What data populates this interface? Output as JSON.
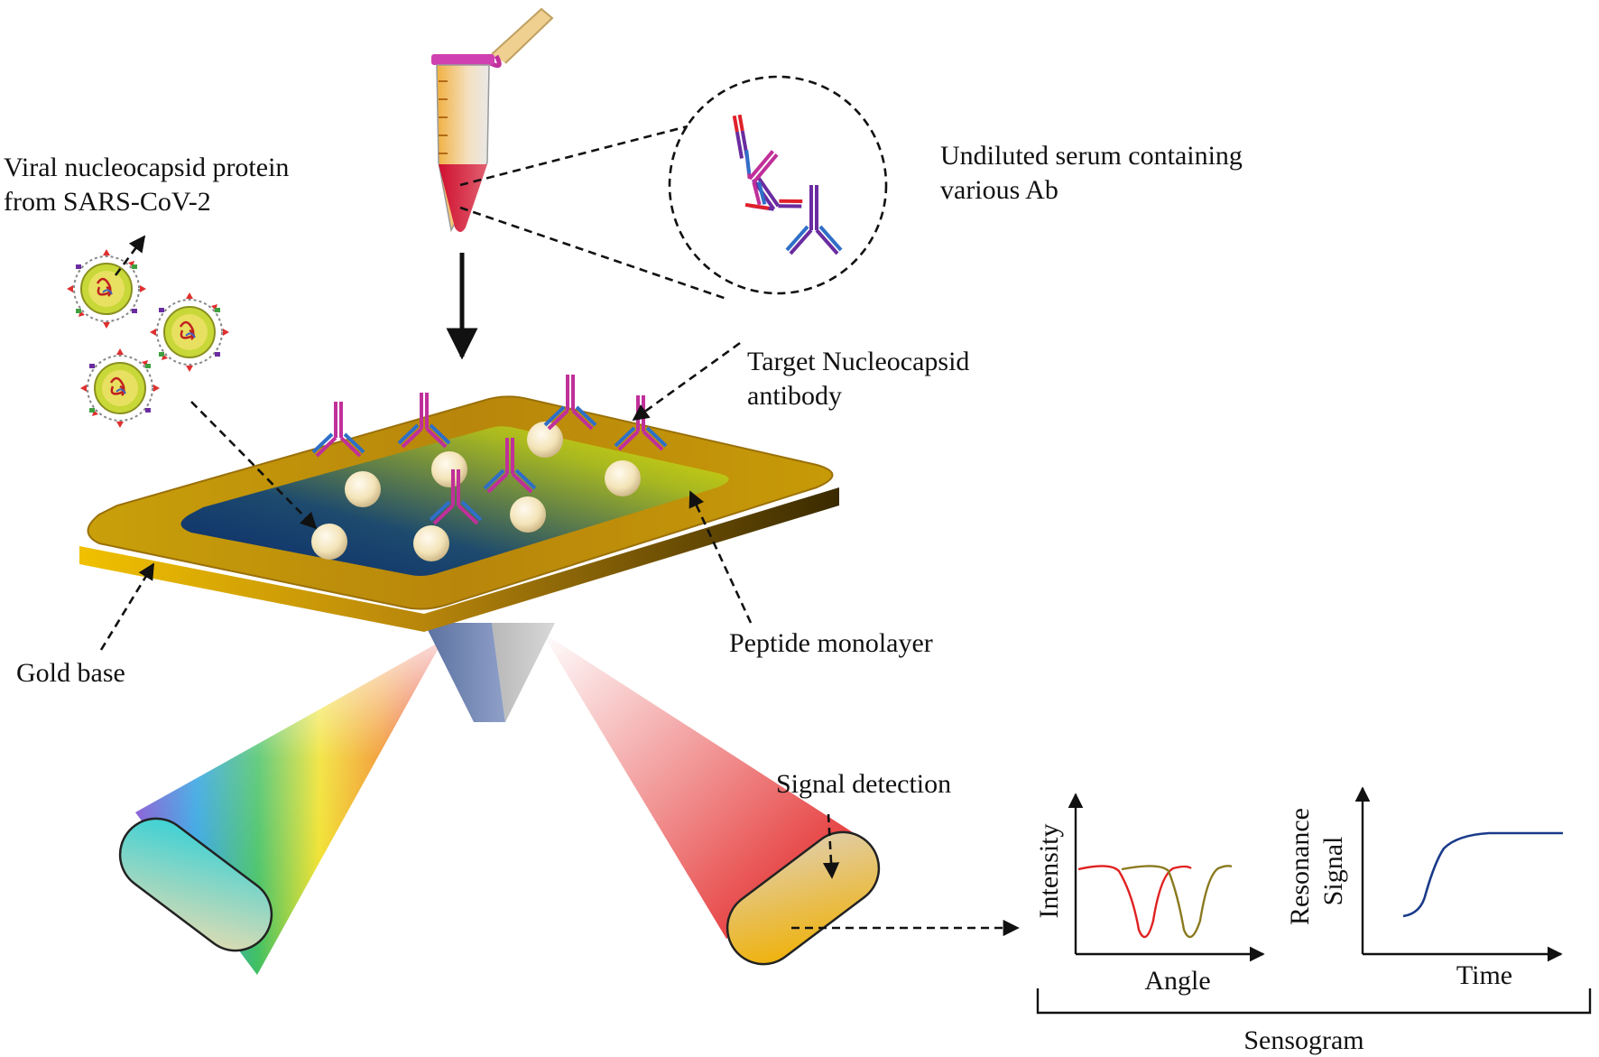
{
  "labels": {
    "viral_line1": "Viral  nucleocapsid protein",
    "viral_line2": "from SARS-CoV-2",
    "serum_line1": "Undiluted  serum  containing",
    "serum_line2": "various Ab",
    "target_line1": "Target Nucleocapsid",
    "target_line2": "antibody",
    "gold_base": "Gold base",
    "peptide_monolayer": "Peptide monolayer",
    "signal_detection": "Signal  detection"
  },
  "sensogram": {
    "caption": "Sensogram",
    "plot1": {
      "ylabel": "Intensity",
      "xlabel": "Angle"
    },
    "plot2": {
      "ylabel_line1": "Resonance",
      "ylabel_line2": "Signal",
      "xlabel": "Time"
    }
  },
  "colors": {
    "gold": "#b8860b",
    "gold_light": "#e0a800",
    "antibody_magenta": "#c0309a",
    "antibody_purple": "#6a2ca0",
    "antibody_blue": "#2f6fc8",
    "antibody_red": "#e0202a",
    "dip_red": "#e02020",
    "dip_olive": "#8a7a20",
    "curve_blue": "#1a3a8a"
  }
}
